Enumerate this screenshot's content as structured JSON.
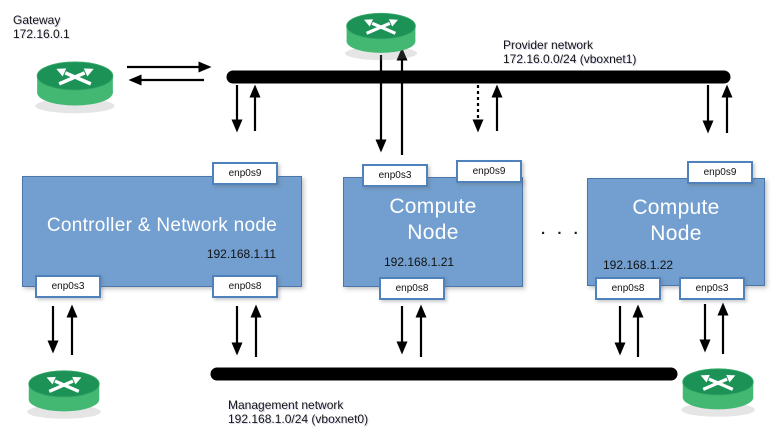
{
  "gateway": {
    "name": "Gateway",
    "ip": "172.16.0.1"
  },
  "provider_network": {
    "name": "Provider network",
    "subnet": "172.16.0.0/24 (vboxnet1)"
  },
  "management_network": {
    "name": "Management network",
    "subnet": "192.168.1.0/24 (vboxnet0)"
  },
  "nodes": [
    {
      "title": "Controller & Network node",
      "ip": "192.168.1.11",
      "interfaces": {
        "top": "enp0s9",
        "bottom_left": "enp0s3",
        "bottom_right": "enp0s8"
      }
    },
    {
      "title_line1": "Compute",
      "title_line2": "Node",
      "ip": "192.168.1.21",
      "interfaces": {
        "top_left": "enp0s3",
        "top_right": "enp0s9",
        "bottom": "enp0s8"
      }
    },
    {
      "title_line1": "Compute",
      "title_line2": "Node",
      "ip": "192.168.1.22",
      "interfaces": {
        "top": "enp0s9",
        "bottom_left": "enp0s8",
        "bottom_right": "enp0s3"
      }
    }
  ],
  "separator_dots": ". . .",
  "icons": {
    "router": "router-icon"
  },
  "colors": {
    "node_fill": "#729fcf",
    "node_border": "#4a76ac",
    "interface_border": "#4f81bd",
    "router_top": "#1d9257",
    "router_side": "#42b873",
    "bus_and_arrows": "#000000"
  }
}
